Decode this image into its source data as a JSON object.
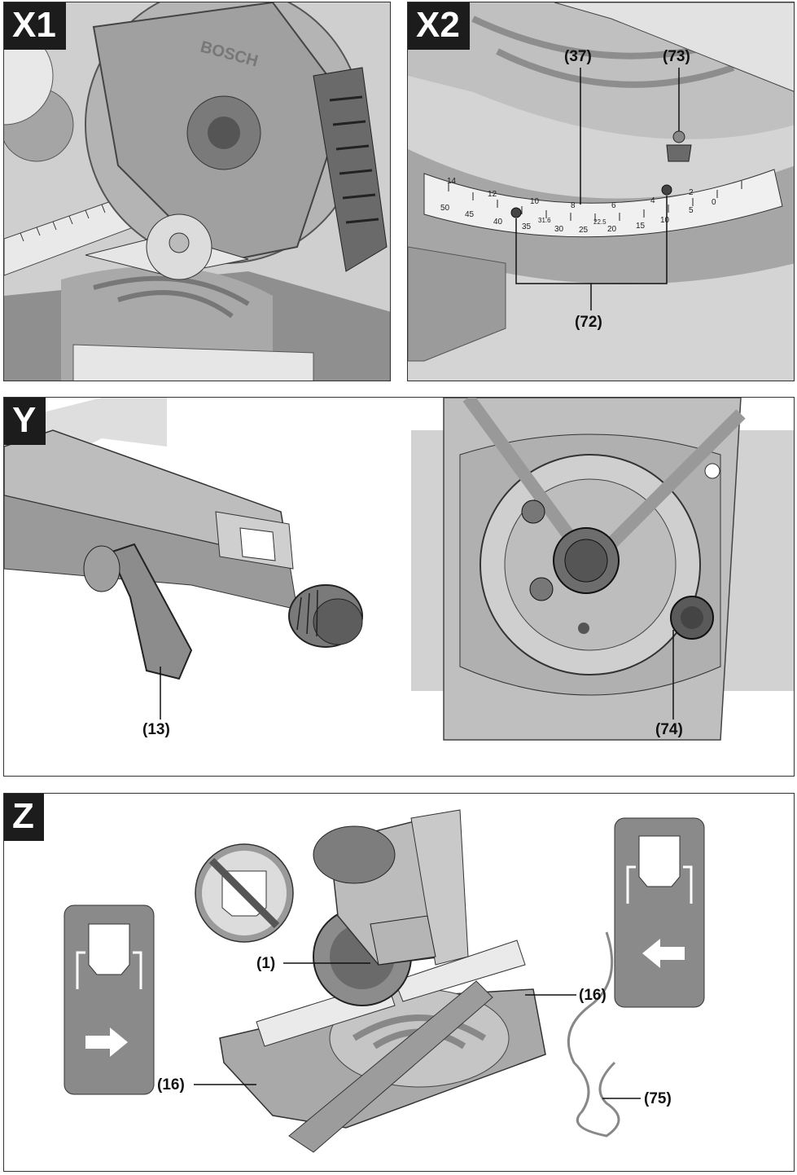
{
  "panels": {
    "x1": {
      "tag": "X1"
    },
    "x2": {
      "tag": "X2",
      "callouts": [
        "(37)",
        "(73)",
        "(72)"
      ]
    },
    "y": {
      "tag": "Y",
      "callouts": [
        "(13)",
        "(74)"
      ]
    },
    "z": {
      "tag": "Z",
      "callouts": [
        "(1)",
        "(16)",
        "(16)",
        "(75)"
      ]
    }
  },
  "x1_labels": {
    "brand": "BOSCH"
  },
  "x2_scale": {
    "top_ticks": [
      "14",
      "12",
      "10",
      "8",
      "6",
      "4",
      "2"
    ],
    "bottom_ticks": [
      "50",
      "45",
      "40",
      "35",
      "31.6",
      "30",
      "25",
      "22.5",
      "20",
      "15",
      "10",
      "5",
      "0"
    ]
  },
  "colors": {
    "tag_bg": "#1c1c1c",
    "metal": "#b9b9b9",
    "dark_metal": "#6e6e6e",
    "pictogram_bg": "#8a8a8a"
  },
  "icons": [
    "hand-prohibited-icon",
    "hand-arrow-right-icon",
    "hand-arrow-left-icon"
  ]
}
